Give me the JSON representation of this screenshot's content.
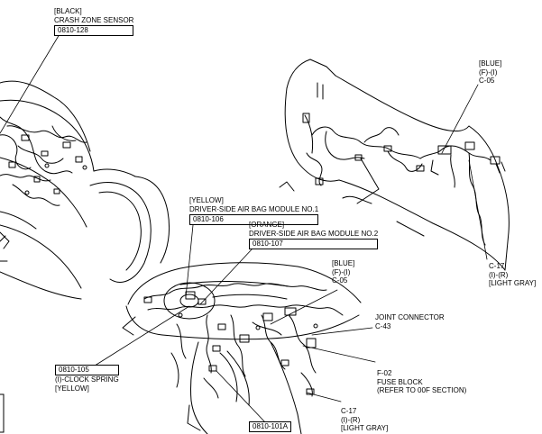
{
  "callouts": {
    "crash_zone": {
      "color": "[BLACK]",
      "name": "CRASH ZONE SENSOR",
      "code": "0810-128"
    },
    "connector_c05_right": {
      "color": "[BLUE]",
      "pins": "(F)-(I)",
      "id": "C-05"
    },
    "airbag_module_1": {
      "color": "[YELLOW]",
      "name": "DRIVER-SIDE AIR BAG MODULE NO.1",
      "code": "0810-106"
    },
    "airbag_module_2": {
      "color": "[ORANGE]",
      "name": "DRIVER-SIDE AIR BAG MODULE NO.2",
      "code": "0810-107"
    },
    "connector_c05_center": {
      "color": "[BLUE]",
      "pins": "(F)-(I)",
      "id": "C-05"
    },
    "connector_c17_right": {
      "id": "C-17",
      "pins": "(I)-(R)",
      "color": "[LIGHT GRAY]"
    },
    "joint_connector": {
      "name": "JOINT CONNECTOR",
      "id": "C-43"
    },
    "fuse_block": {
      "id": "F-02",
      "name": "FUSE BLOCK",
      "note": "(REFER TO 00F SECTION)"
    },
    "clock_spring": {
      "code": "0810-105",
      "name": "(I)-CLOCK SPRING",
      "color": "[YELLOW]"
    },
    "connector_c17_bottom": {
      "id": "C-17",
      "pins": "(I)-(R)",
      "color": "[LIGHT GRAY]"
    },
    "bottom_code": {
      "code": "0810-101A"
    }
  }
}
